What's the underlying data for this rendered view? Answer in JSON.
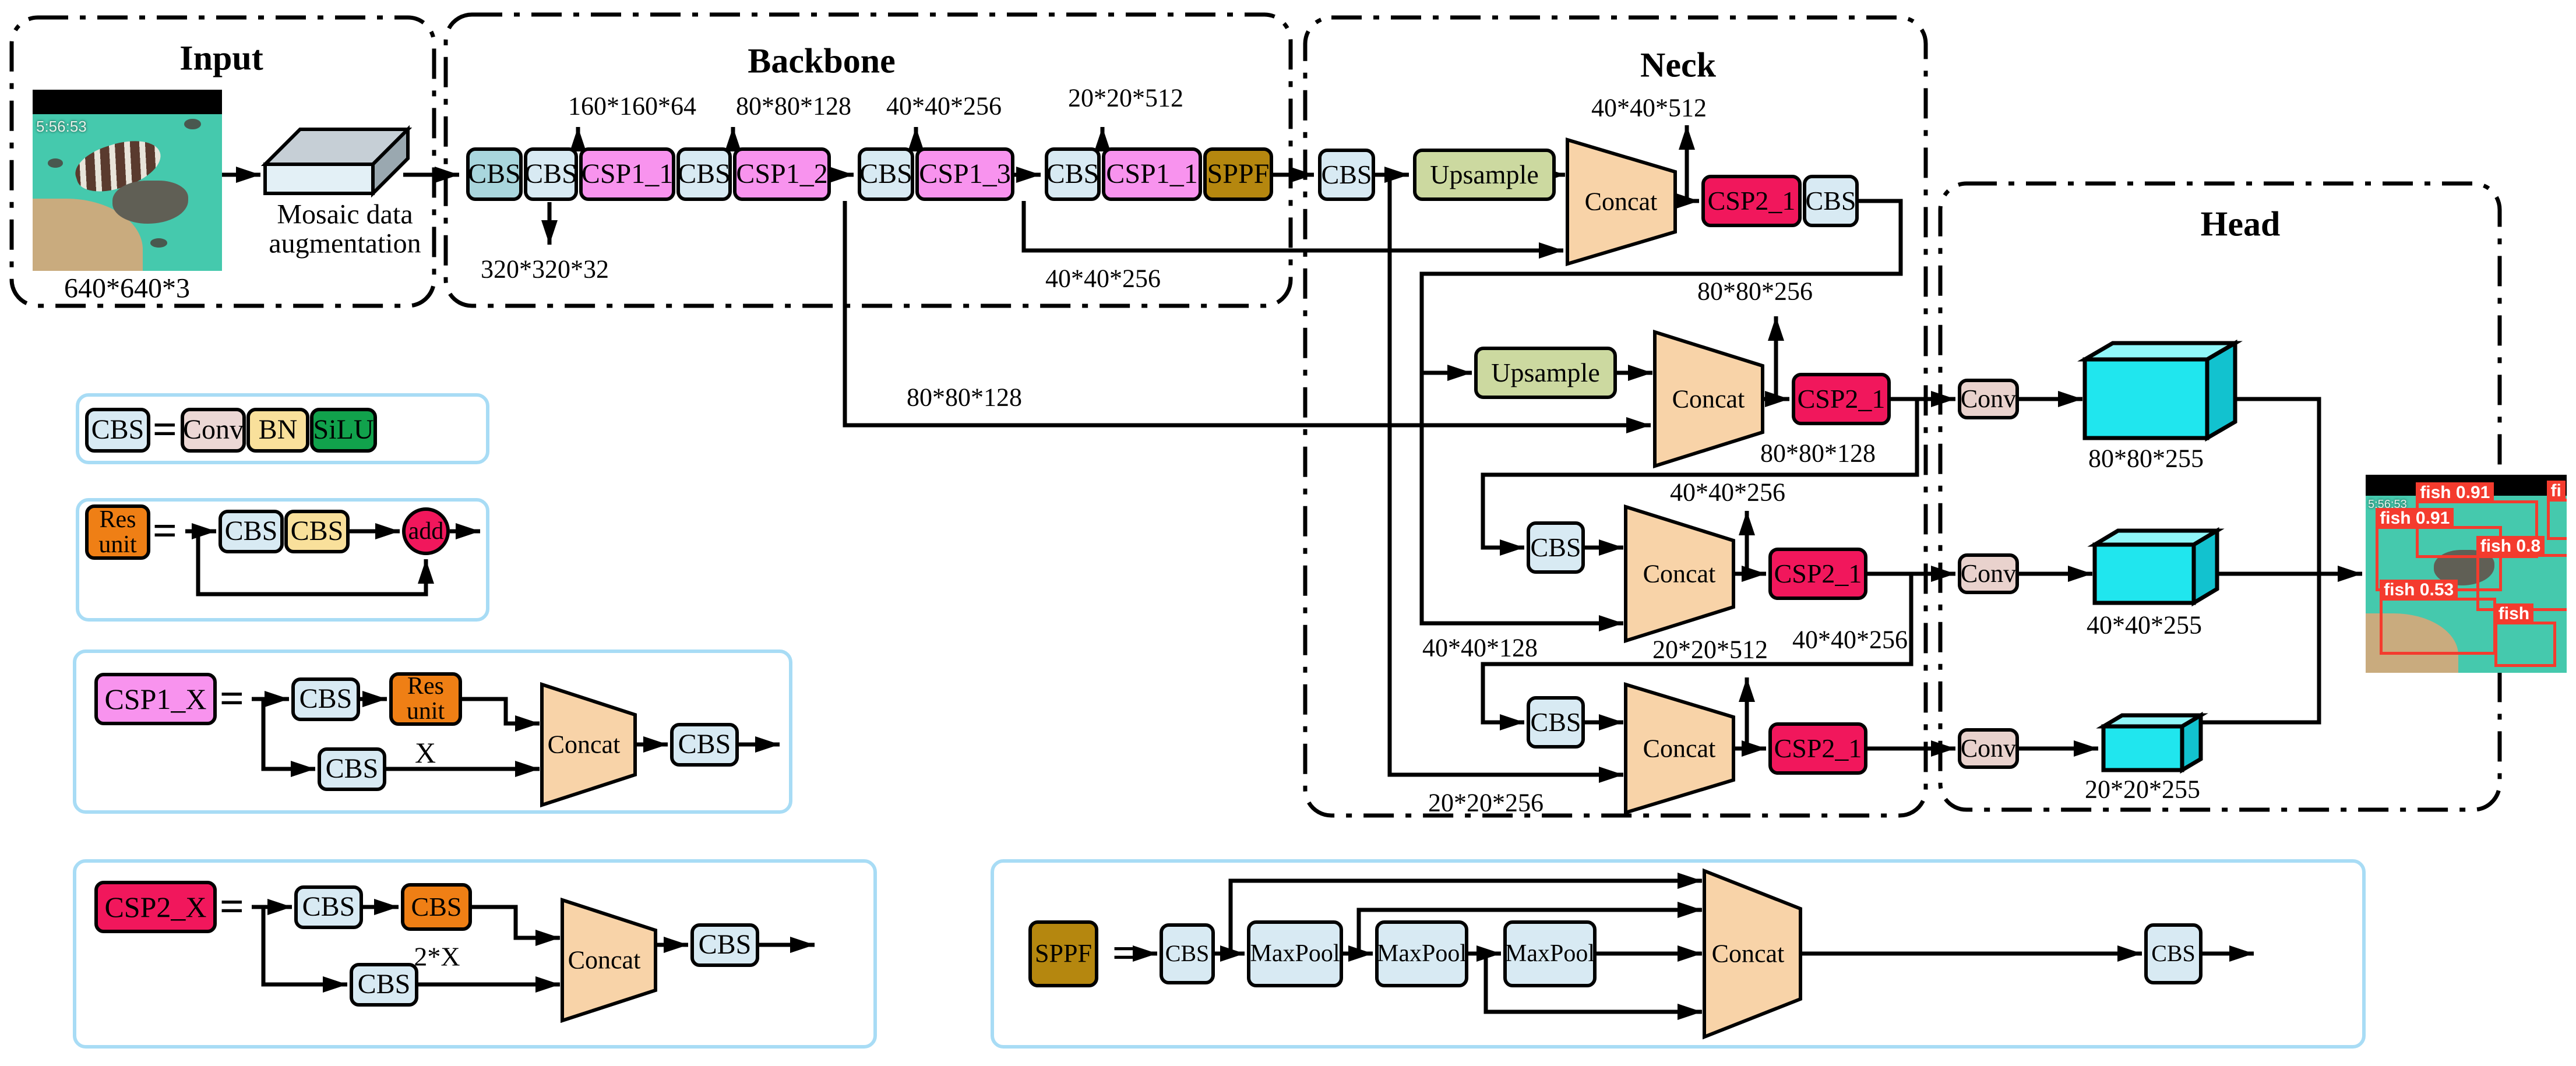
{
  "colors": {
    "cbs": "#d8eaf3",
    "cbs_first": "#a9d6dd",
    "csp1": "#f893ee",
    "csp2": "#f1175c",
    "sppf": "#b5870f",
    "upsample": "#ccd9a0",
    "concat": "#f8d3a8",
    "conv": "#e9d2cd",
    "bn": "#f9e09b",
    "silu": "#11a24c",
    "res_unit": "#ef7f15",
    "cube": "#20e6ee",
    "legend_border": "#a8dcf5",
    "detection": "#f43b2e"
  },
  "sections": {
    "input": "Input",
    "backbone": "Backbone",
    "neck": "Neck",
    "head": "Head"
  },
  "input": {
    "caption": "640*640*3",
    "timestamp": "5:56:53",
    "mosaic1": "Mosaic data",
    "mosaic2": "augmentation"
  },
  "backbone": {
    "nodes": [
      "CBS",
      "CBS",
      "CSP1_1",
      "CBS",
      "CSP1_2",
      "CBS",
      "CSP1_3",
      "CBS",
      "CSP1_1",
      "SPPF"
    ],
    "dims": {
      "d160": "160*160*64",
      "d80": "80*80*128",
      "d40": "40*40*256",
      "d20": "20*20*512",
      "down": "320*320*32",
      "tap40": "40*40*256",
      "tap80": "80*80*128"
    }
  },
  "neck": {
    "row1": {
      "cbs": "CBS",
      "upsample": "Upsample",
      "concat": "Concat",
      "csp": "CSP2_1",
      "cbs2": "CBS",
      "up_dim": "40*40*512"
    },
    "row2": {
      "upsample": "Upsample",
      "concat": "Concat",
      "csp": "CSP2_1",
      "up_dim": "80*80*256",
      "branch_dim": "80*80*128"
    },
    "row3": {
      "cbs": "CBS",
      "concat": "Concat",
      "csp": "CSP2_1",
      "up_dim": "40*40*256",
      "in_dim": "40*40*128",
      "branch_dim": "40*40*256"
    },
    "row4": {
      "cbs": "CBS",
      "concat": "Concat",
      "csp": "CSP2_1",
      "up_dim": "20*20*512",
      "in_dim": "20*20*256"
    }
  },
  "head": {
    "conv1": "Conv",
    "conv2": "Conv",
    "conv3": "Conv",
    "cube1_dim": "80*80*255",
    "cube2_dim": "40*40*255",
    "cube3_dim": "20*20*255",
    "timestamp": "5:56:53",
    "detections": [
      "fish 0.91",
      "fish 0.91",
      "fish 0.8",
      "fish 0.53",
      "fish",
      "fi"
    ]
  },
  "legends": {
    "cbs": {
      "lhs": "CBS",
      "eq": "=",
      "conv": "Conv",
      "bn": "BN",
      "silu": "SiLU"
    },
    "res": {
      "lhs1": "Res",
      "lhs2": "unit",
      "eq": "=",
      "cbs1": "CBS",
      "cbs2": "CBS",
      "add": "add"
    },
    "csp1": {
      "lhs": "CSP1_X",
      "eq": "=",
      "cbs1": "CBS",
      "res1": "Res",
      "res2": "unit",
      "mult": "X",
      "cbs2": "CBS",
      "concat": "Concat",
      "cbs3": "CBS"
    },
    "csp2": {
      "lhs": "CSP2_X",
      "eq": "=",
      "cbs1": "CBS",
      "cbs2": "CBS",
      "mult": "2*X",
      "cbs3": "CBS",
      "concat": "Concat",
      "cbs4": "CBS"
    },
    "sppf": {
      "lhs": "SPPF",
      "eq": "=",
      "cbs1": "CBS",
      "mp1": "MaxPool",
      "mp2": "MaxPool",
      "mp3": "MaxPool",
      "concat": "Concat",
      "cbs2": "CBS"
    }
  }
}
